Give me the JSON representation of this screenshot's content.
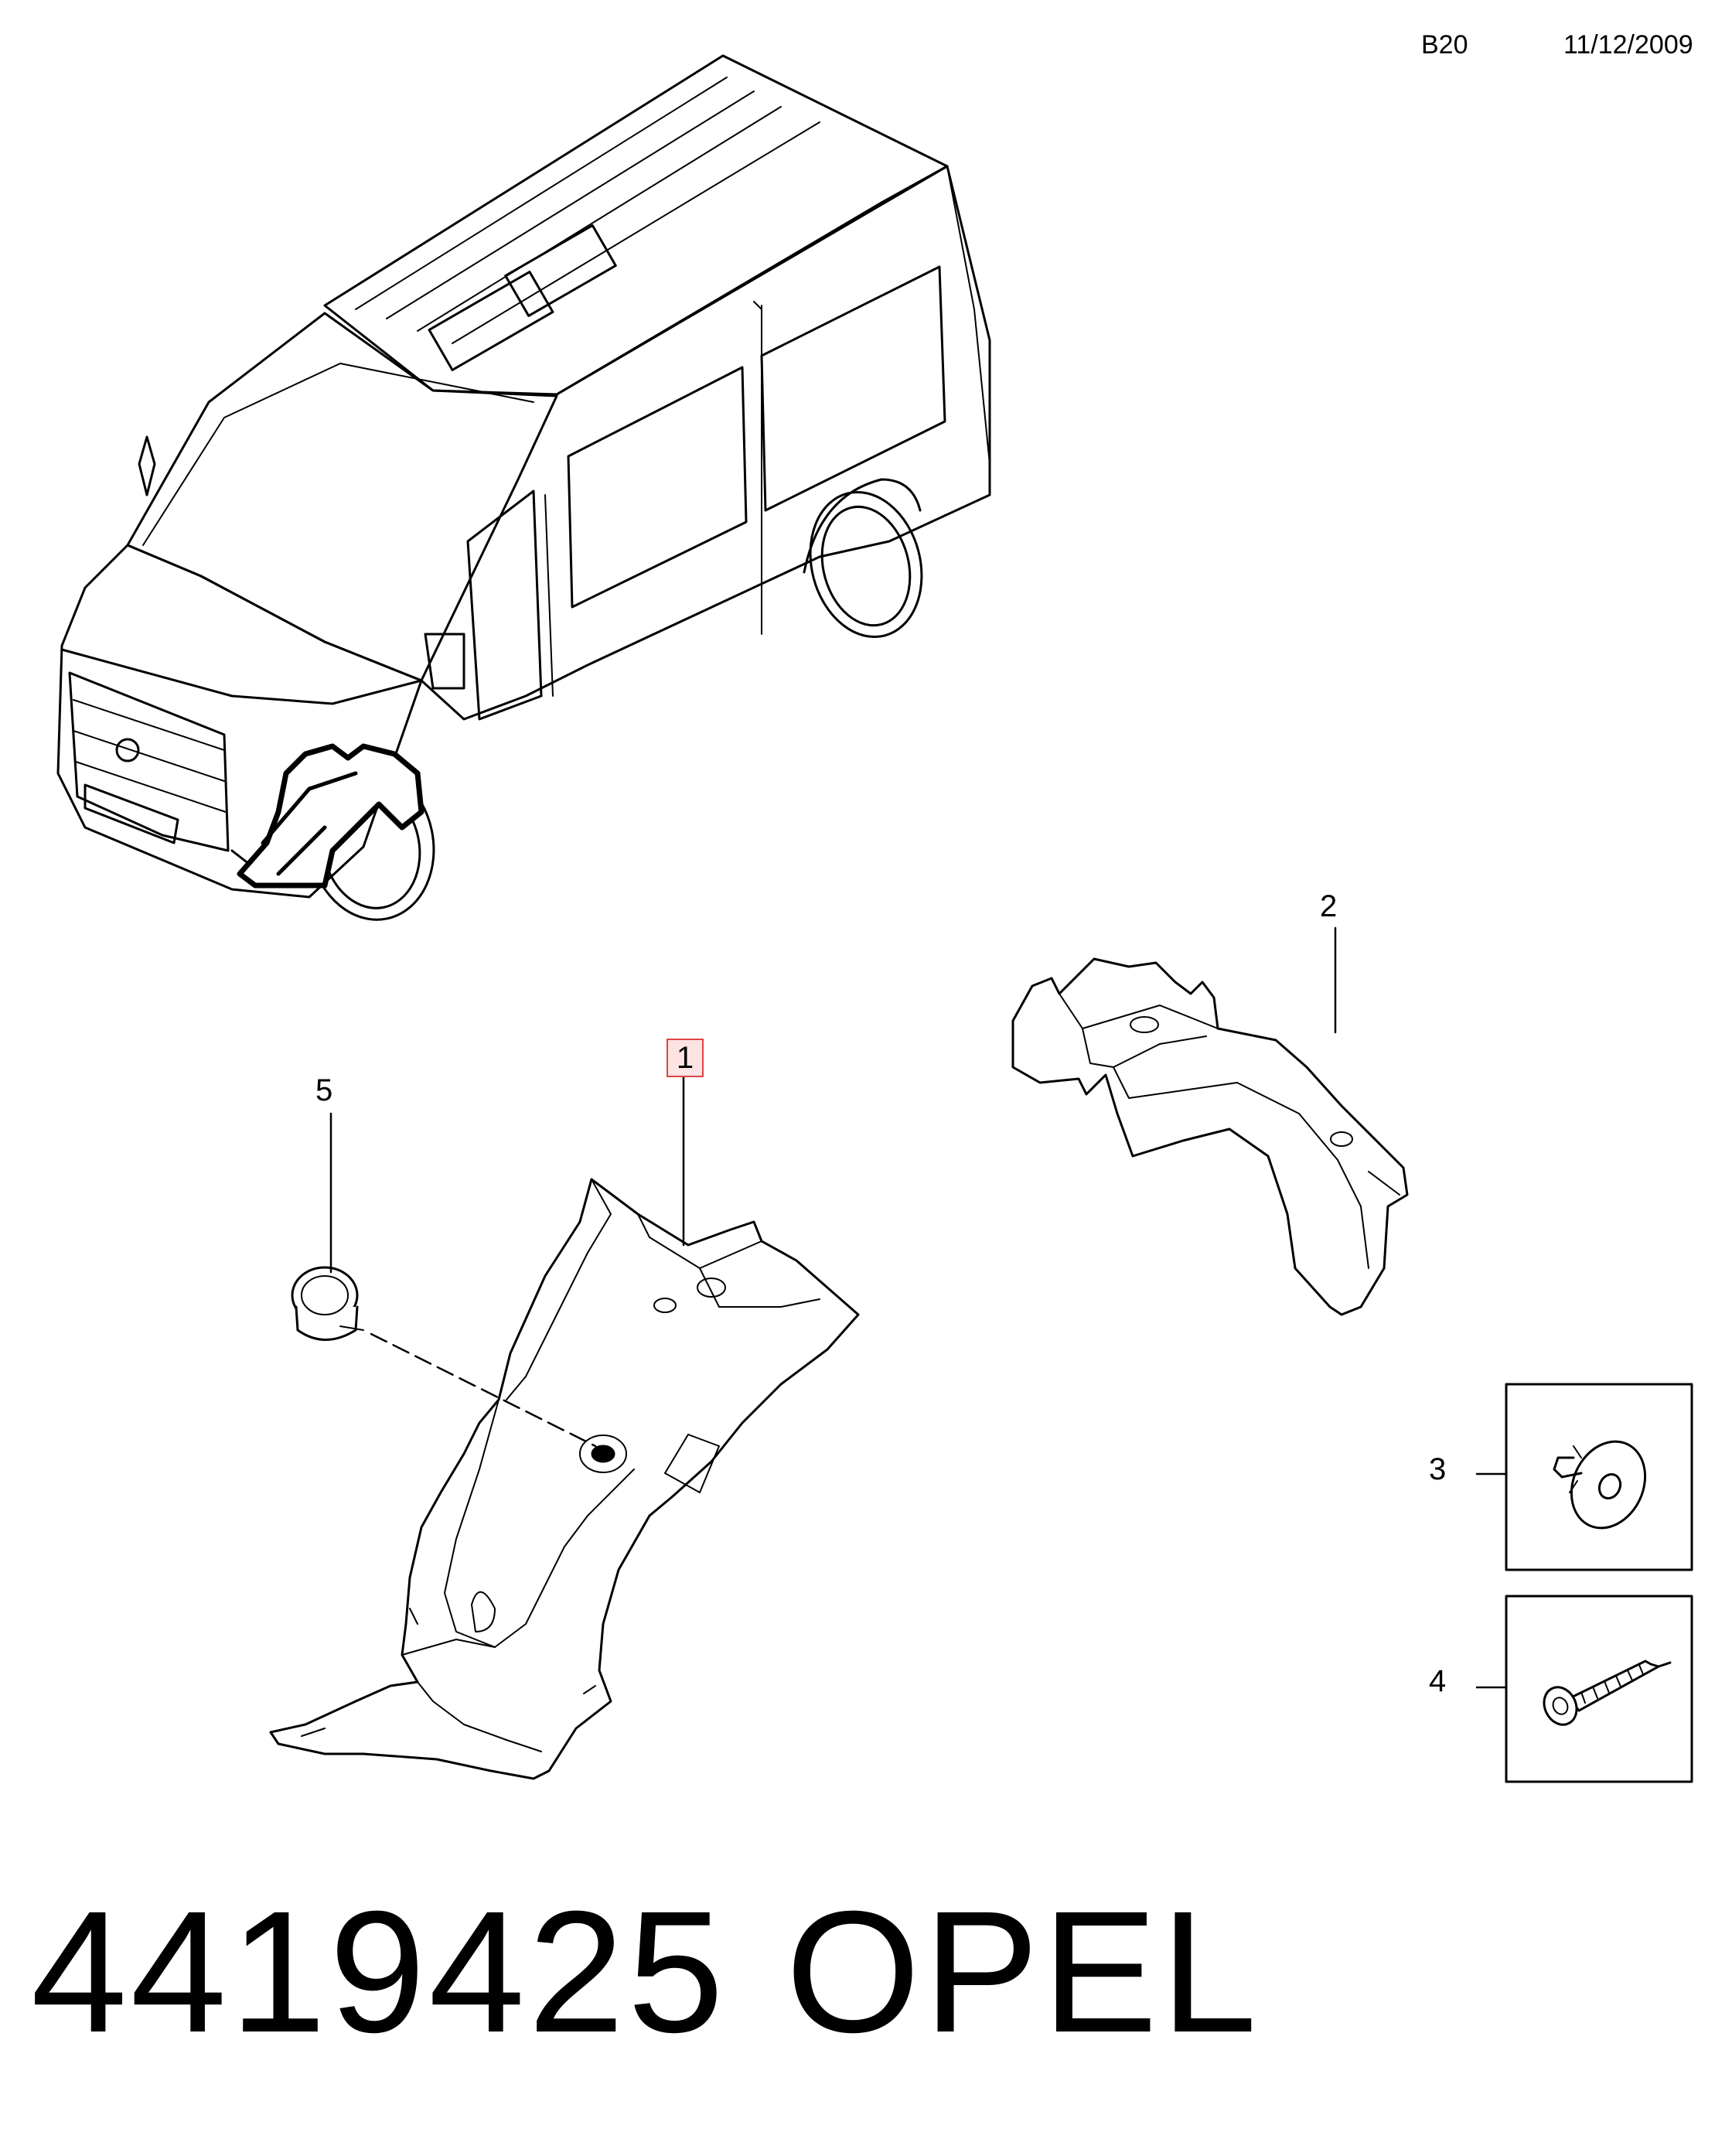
{
  "header": {
    "code": "B20",
    "date": "11/12/2009"
  },
  "callouts": [
    {
      "id": "1",
      "label": "1",
      "highlighted": true
    },
    {
      "id": "2",
      "label": "2"
    },
    {
      "id": "3",
      "label": "3"
    },
    {
      "id": "4",
      "label": "4"
    },
    {
      "id": "5",
      "label": "5"
    }
  ],
  "footer": {
    "part_number": "4419425",
    "brand": "OPEL"
  },
  "colors": {
    "line": "#000000",
    "highlight_border": "#dd4444",
    "highlight_fill": "#fde3e3"
  }
}
